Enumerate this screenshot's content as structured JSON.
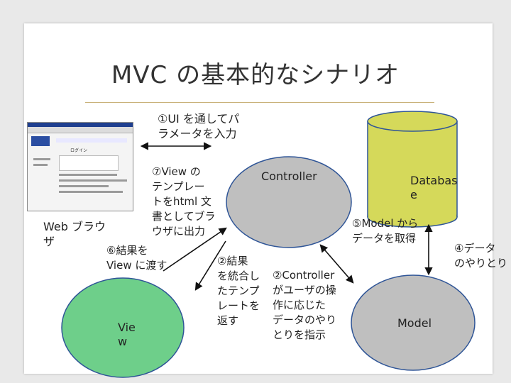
{
  "title": "MVC の基本的なシナリオ",
  "browser": {
    "label_lines": [
      "Web ブラウ",
      "ザ"
    ],
    "screenshot_heading": "ログイン"
  },
  "nodes": {
    "view": {
      "label_lines": [
        "Vie",
        "w"
      ],
      "color": "#6ecf8a"
    },
    "controller": {
      "label": "Controller",
      "color": "#bfbfbf"
    },
    "database": {
      "label_lines": [
        "Databas",
        "e"
      ],
      "color": "#d5d95a"
    },
    "model": {
      "label": "Model",
      "color": "#bfbfbf"
    }
  },
  "steps": {
    "s1": [
      "①UI を通してパ",
      "ラメータを入力"
    ],
    "s7": [
      "⑦View の",
      "テンプレー",
      "トをhtml 文",
      "書としてブラ",
      "ウザに出力"
    ],
    "s6": [
      "⑥結果を",
      "View に渡す"
    ],
    "s2_result": [
      "②結果",
      "を統合し",
      "たテンプ",
      "レートを",
      "返す"
    ],
    "s2_controller": [
      "②Controller",
      "がユーザの操",
      "作に応じた",
      "データのやり",
      "とりを指示"
    ],
    "s5": [
      "⑤Model から",
      "データを取得"
    ],
    "s4": [
      "④データ",
      "のやりとり"
    ]
  }
}
